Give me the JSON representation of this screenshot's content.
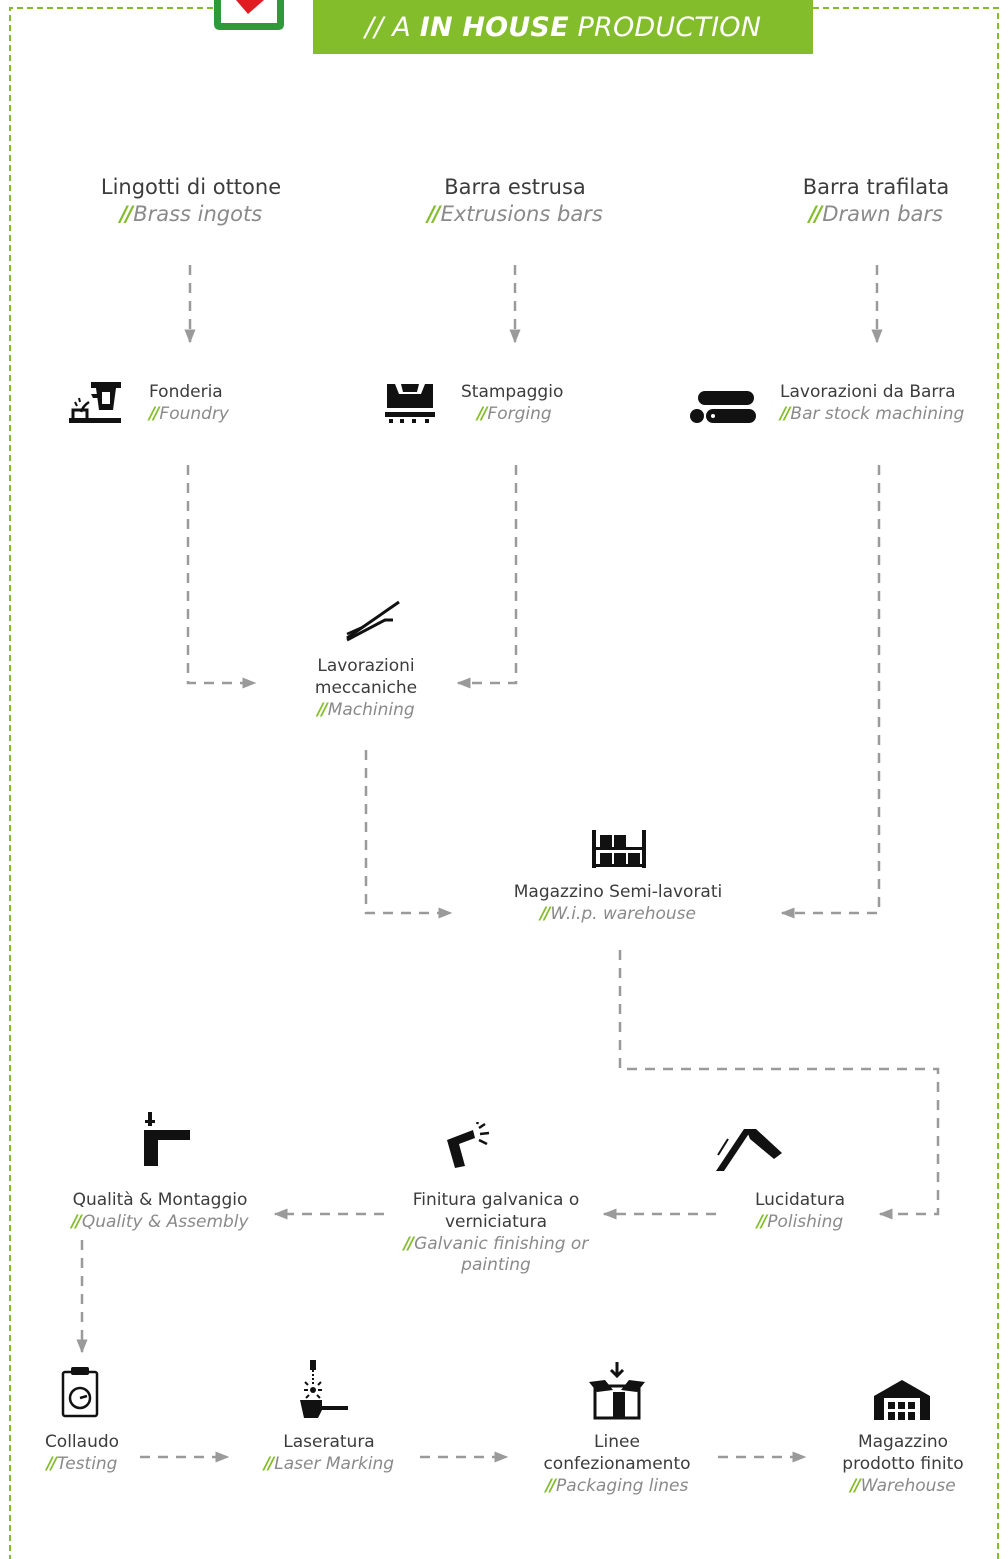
{
  "colors": {
    "accent": "#84bd2c",
    "arrow": "#9a9a9a",
    "text": "#3c3c3c",
    "subtext": "#8a8a8a",
    "logo_red": "#e01b22"
  },
  "header": {
    "prefix": "// A ",
    "bold": "IN HOUSE",
    "suffix": " PRODUCTION"
  },
  "separator": "//",
  "nodes": {
    "ingots": {
      "it": "Lingotti di ottone",
      "en": "Brass ingots"
    },
    "extrusion": {
      "it": "Barra estrusa",
      "en": "Extrusions bars"
    },
    "drawn": {
      "it": "Barra trafilata",
      "en": "Drawn bars"
    },
    "foundry": {
      "it": "Fonderia",
      "en": "Foundry",
      "icon": "foundry-icon"
    },
    "forging": {
      "it": "Stampaggio",
      "en": "Forging",
      "icon": "forging-press-icon"
    },
    "barstock": {
      "it": "Lavorazioni da Barra",
      "en": "Bar stock machining",
      "icon": "bar-stock-icon"
    },
    "machining": {
      "it1": "Lavorazioni",
      "it2": "meccaniche",
      "en": "Machining",
      "icon": "machining-tool-icon"
    },
    "wip": {
      "it": "Magazzino Semi-lavorati",
      "en": "W.i.p. warehouse",
      "icon": "warehouse-shelf-icon"
    },
    "quality": {
      "it": "Qualità & Montaggio",
      "en": "Quality & Assembly",
      "icon": "faucet-icon"
    },
    "finishing": {
      "it1": "Finitura galvanica o",
      "it2": "verniciatura",
      "en1": "Galvanic finishing or",
      "en2": "painting",
      "icon": "spray-gun-icon"
    },
    "polishing": {
      "it": "Lucidatura",
      "en": "Polishing",
      "icon": "polishing-icon"
    },
    "testing": {
      "it": "Collaudo",
      "en": "Testing",
      "icon": "clipboard-gauge-icon"
    },
    "laser": {
      "it": "Laseratura",
      "en": "Laser Marking",
      "icon": "laser-icon"
    },
    "packaging": {
      "it1": "Linee",
      "it2": "confezionamento",
      "en": "Packaging lines",
      "icon": "box-icon"
    },
    "warehouse": {
      "it1": "Magazzino",
      "it2": "prodotto finito",
      "en": "Warehouse",
      "icon": "warehouse-building-icon"
    }
  }
}
